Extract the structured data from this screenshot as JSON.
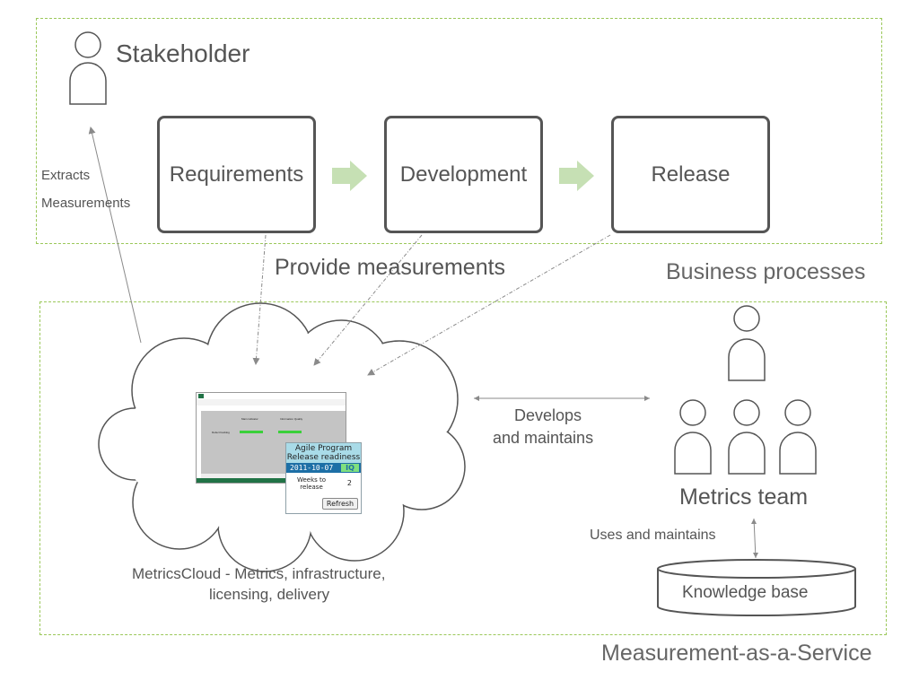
{
  "stakeholder": {
    "label": "Stakeholder",
    "icon": "person-icon"
  },
  "extracts": {
    "line1": "Extracts",
    "line2": "Measurements"
  },
  "process": {
    "requirements": "Requirements",
    "development": "Development",
    "release": "Release"
  },
  "provide_measurements": "Provide measurements",
  "business_processes": "Business processes",
  "develops": {
    "line1": "Develops",
    "line2": "and maintains"
  },
  "metrics_team": {
    "label": "Metrics team",
    "icon": "person-icon"
  },
  "uses_and_maintains": "Uses and maintains",
  "knowledge_base": "Knowledge base",
  "metricscloud": {
    "line1": "MetricsCloud - Metrics, infrastructure,",
    "line2": "licensing, delivery"
  },
  "measurement_as_a_service": "Measurement-as-a-Service",
  "spreadsheet": {
    "col1": "Main indicator",
    "col2": "Information Quality",
    "row1": "Defect backlog"
  },
  "widget": {
    "title_line1": "Agile Program",
    "title_line2": "Release readiness",
    "date": "2011-10-07",
    "iq": "IQ",
    "weeks_line1": "Weeks to",
    "weeks_line2": "release",
    "weeks_value": "2",
    "refresh": "Refresh"
  },
  "colors": {
    "frame_border": "#9bc85a",
    "arrow_fill": "#c6e0b4",
    "box_border": "#555555",
    "widget_header": "#a9dbe8",
    "widget_date_row": "#1d6fa6",
    "indicator_green": "#3ad03a"
  }
}
